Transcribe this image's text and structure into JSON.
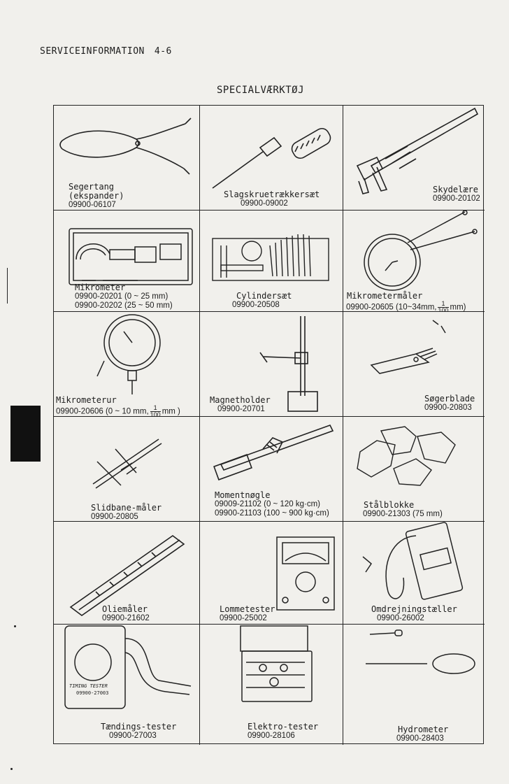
{
  "header": {
    "section": "SERVICEINFORMATION",
    "page": "4-6"
  },
  "title": "SPECIALVÆRKTØJ",
  "tools": [
    {
      "name": "Segertang",
      "name2": "(ekspander)",
      "codes": [
        "09900-06107"
      ]
    },
    {
      "name": "Slagskruetrækkersæt",
      "codes": [
        "09900-09002"
      ]
    },
    {
      "name": "Skydelære",
      "codes": [
        "09900-20102"
      ]
    },
    {
      "name": "Mikrometer",
      "codes": [
        "09900-20201 (0 ~ 25 mm)",
        "09900-20202 (25 ~ 50 mm)"
      ]
    },
    {
      "name": "Cylindersæt",
      "codes": [
        "09900-20508"
      ]
    },
    {
      "name": "Mikrometermåler",
      "codes": [
        "09900-20605 (10~34mm,"
      ],
      "frac_num": "1",
      "frac_den": "100",
      "frac_unit": "mm)"
    },
    {
      "name": "Mikrometerur",
      "codes": [
        "09900-20606 (0 ~ 10 mm,"
      ],
      "frac_num": "1",
      "frac_den": "100",
      "frac_unit": "mm )"
    },
    {
      "name": "Magnetholder",
      "codes": [
        "09900-20701"
      ]
    },
    {
      "name": "Søgerblade",
      "codes": [
        "09900-20803"
      ]
    },
    {
      "name": "Slidbane-måler",
      "codes": [
        "09900-20805"
      ]
    },
    {
      "name": "Momentnøgle",
      "codes": [
        "09009-21102 (0 ~ 120 kg·cm)",
        "09900-21103 (100 ~ 900 kg·cm)"
      ]
    },
    {
      "name": "Stålblokke",
      "codes": [
        "09900-21303 (75 mm)"
      ]
    },
    {
      "name": "Oliemåler",
      "codes": [
        "09900-21602"
      ]
    },
    {
      "name": "Lommetester",
      "codes": [
        "09900-25002"
      ]
    },
    {
      "name": "Omdrejningstæller",
      "codes": [
        "09900-26002"
      ]
    },
    {
      "name": "Tændings-tester",
      "codes": [
        "09900-27003"
      ]
    },
    {
      "name": "Elektro-tester",
      "codes": [
        "09900-28106"
      ]
    },
    {
      "name": "Hydrometer",
      "codes": [
        "09900-28403"
      ]
    }
  ],
  "device_labels": {
    "timing_tester": "TIMING TESTER",
    "timing_code": "09900-27003"
  }
}
